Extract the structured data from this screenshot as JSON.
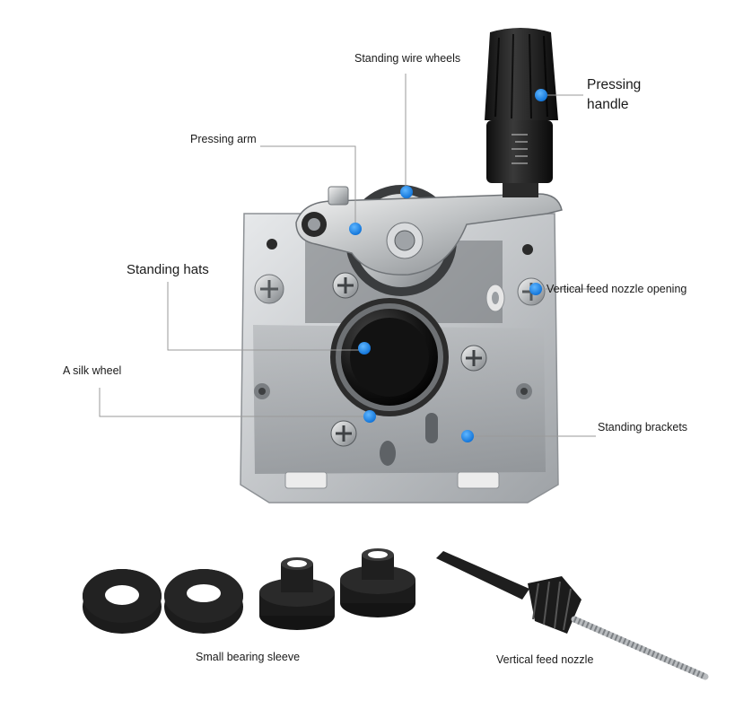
{
  "labels": {
    "standing_wire_wheels": "Standing wire wheels",
    "pressing_handle_line1": "Pressing",
    "pressing_handle_line2": "handle",
    "pressing_arm": "Pressing arm",
    "standing_hats": "Standing hats",
    "vertical_feed_nozzle_opening": "Vertical feed nozzle opening",
    "a_silk_wheel": "A silk wheel",
    "standing_brackets": "Standing brackets",
    "small_bearing_sleeve": "Small bearing sleeve",
    "vertical_feed_nozzle": "Vertical feed nozzle"
  },
  "colors": {
    "marker": "#1e88e5",
    "leader_line": "#9a9a9a",
    "housing": "#c9cccf",
    "part_black": "#1b1b1b"
  }
}
